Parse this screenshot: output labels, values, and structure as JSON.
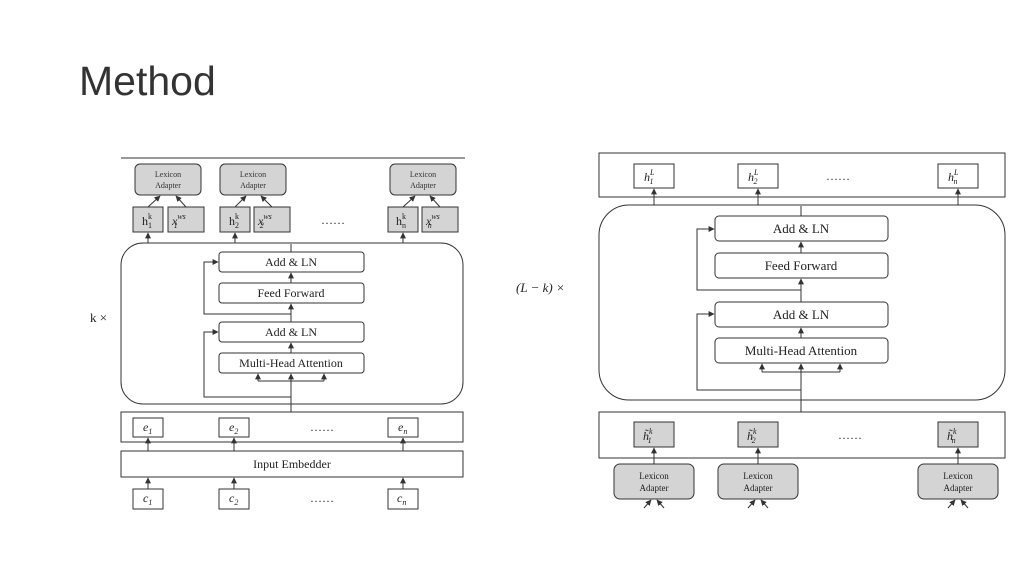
{
  "slide": {
    "title": "Method"
  },
  "left_diagram": {
    "repeat_label": "k ×",
    "adapter_label_line1": "Lexicon",
    "adapter_label_line2": "Adapter",
    "add_ln": "Add & LN",
    "feed_forward": "Feed Forward",
    "mha": "Multi-Head Attention",
    "input_embedder": "Input Embedder",
    "ellipsis": "……",
    "h_base": "h",
    "x_base": "x",
    "ws_sup": "ws",
    "k_sup": "k",
    "e_base": "e",
    "c_base": "c",
    "sub_1": "1",
    "sub_2": "2",
    "sub_n": "n"
  },
  "right_diagram": {
    "repeat_label": "(L − k) ×",
    "adapter_label_line1": "Lexicon",
    "adapter_label_line2": "Adapter",
    "add_ln": "Add & LN",
    "feed_forward": "Feed Forward",
    "mha": "Multi-Head Attention",
    "ellipsis": "……",
    "h_base": "h",
    "h_tilde_base": "h̃",
    "L_sup": "L",
    "k_sup": "k",
    "sub_1": "1",
    "sub_2": "2",
    "sub_n": "n"
  }
}
